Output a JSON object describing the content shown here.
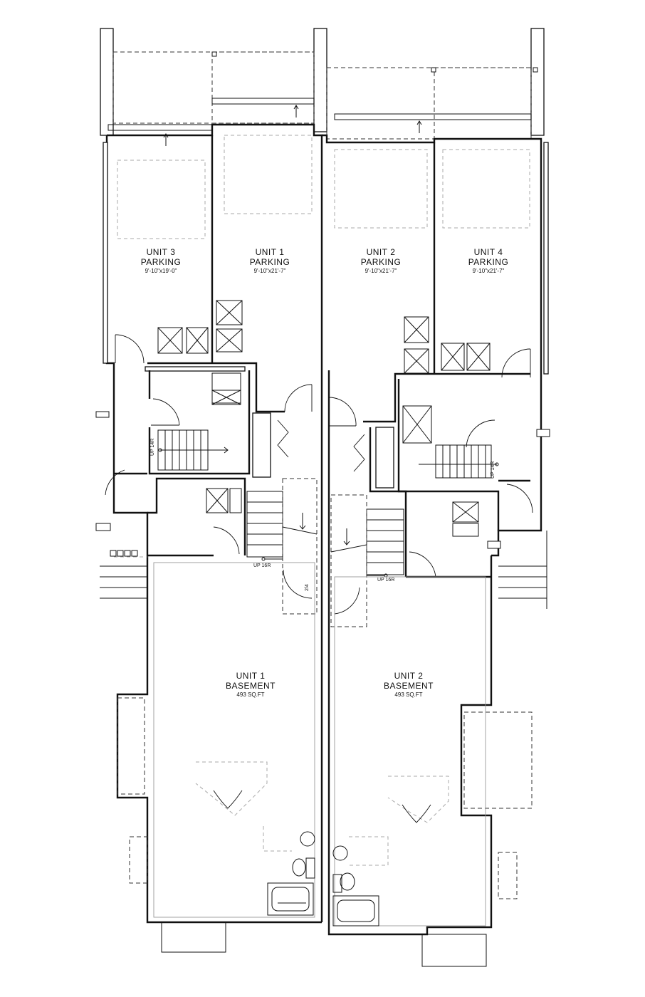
{
  "labels": {
    "unit3_parking": {
      "name": "UNIT 3",
      "type": "PARKING",
      "dims": "9'-10\"x19'-0\""
    },
    "unit1_parking": {
      "name": "UNIT 1",
      "type": "PARKING",
      "dims": "9'-10\"x21'-7\""
    },
    "unit2_parking": {
      "name": "UNIT 2",
      "type": "PARKING",
      "dims": "9'-10\"x21'-7\""
    },
    "unit4_parking": {
      "name": "UNIT 4",
      "type": "PARKING",
      "dims": "9'-10\"x21'-7\""
    },
    "unit1_basement": {
      "name": "UNIT 1",
      "type": "BASEMENT",
      "area": "493 SQ.FT"
    },
    "unit2_basement": {
      "name": "UNIT 2",
      "type": "BASEMENT",
      "area": "493 SQ.FT"
    }
  },
  "stair_notes": {
    "up16r_left": "UP 16R",
    "up16r_right": "UP 16R",
    "up14r_left": "UP 14R",
    "up14r_right": "UP 14R",
    "riser_note": "2/4"
  }
}
